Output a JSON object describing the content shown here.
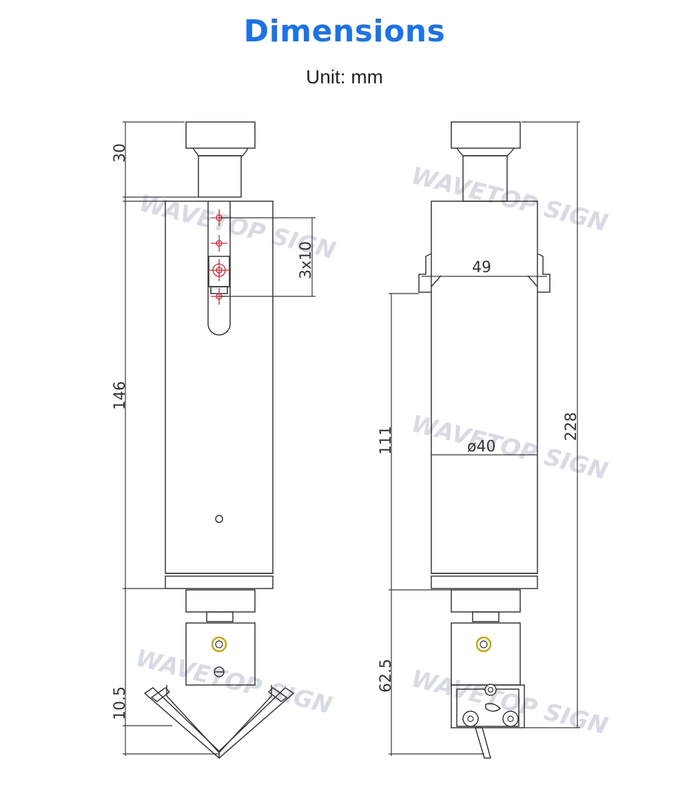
{
  "title": "Dimensions",
  "subtitle": "Unit: mm",
  "watermark": "WAVETOP SIGN",
  "colors": {
    "title": "#1a73e8",
    "line": "#333333",
    "marker": "#e0202a",
    "accent_ring": "#c9a800",
    "watermark": "#d7dbe4"
  },
  "front_view": {
    "dims": {
      "top_cap": "30",
      "body": "146",
      "holes": "3x10",
      "tip": "10.5"
    }
  },
  "side_view": {
    "dims": {
      "width": "49",
      "diameter": "ø40",
      "body": "111",
      "lower": "62.5",
      "total": "228"
    }
  }
}
